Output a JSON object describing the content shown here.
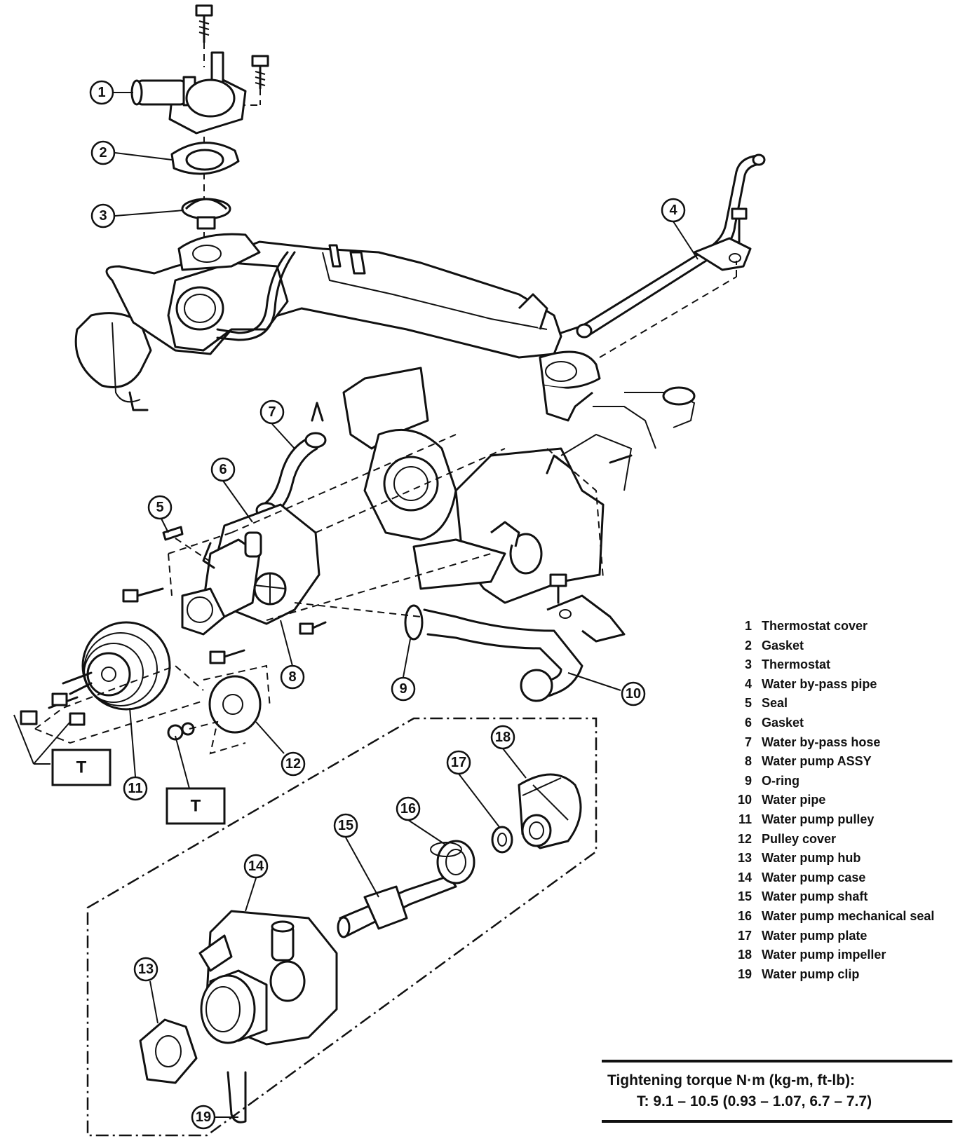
{
  "callouts": [
    "1",
    "2",
    "3",
    "4",
    "5",
    "6",
    "7",
    "8",
    "9",
    "10",
    "11",
    "12",
    "13",
    "14",
    "15",
    "16",
    "17",
    "18",
    "19"
  ],
  "torque_marks": [
    "T",
    "T"
  ],
  "legend": [
    {
      "num": "1",
      "label": "Thermostat cover"
    },
    {
      "num": "2",
      "label": "Gasket"
    },
    {
      "num": "3",
      "label": "Thermostat"
    },
    {
      "num": "4",
      "label": "Water by-pass pipe"
    },
    {
      "num": "5",
      "label": "Seal"
    },
    {
      "num": "6",
      "label": "Gasket"
    },
    {
      "num": "7",
      "label": "Water by-pass hose"
    },
    {
      "num": "8",
      "label": "Water pump ASSY"
    },
    {
      "num": "9",
      "label": "O-ring"
    },
    {
      "num": "10",
      "label": "Water pipe"
    },
    {
      "num": "11",
      "label": "Water pump pulley"
    },
    {
      "num": "12",
      "label": "Pulley cover"
    },
    {
      "num": "13",
      "label": "Water pump hub"
    },
    {
      "num": "14",
      "label": "Water pump case"
    },
    {
      "num": "15",
      "label": "Water pump shaft"
    },
    {
      "num": "16",
      "label": "Water pump mechanical seal"
    },
    {
      "num": "17",
      "label": "Water pump plate"
    },
    {
      "num": "18",
      "label": "Water pump impeller"
    },
    {
      "num": "19",
      "label": "Water pump clip"
    }
  ],
  "torque": {
    "title": "Tightening torque  N·m (kg-m, ft-lb):",
    "value": "T:  9.1 – 10.5 (0.93 – 1.07, 6.7 – 7.7)"
  }
}
